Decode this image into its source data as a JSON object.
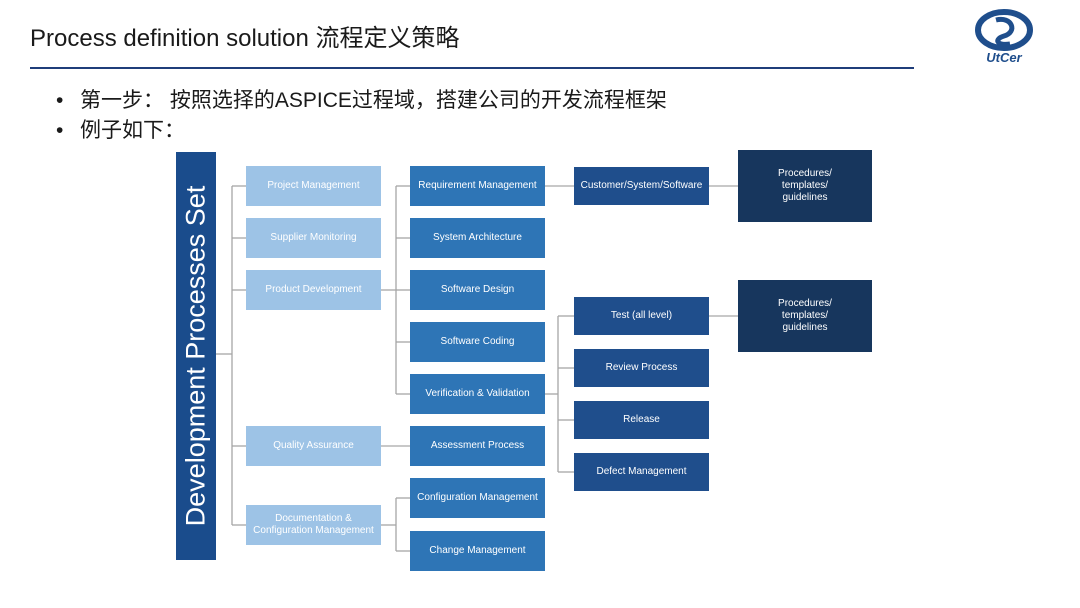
{
  "header": {
    "title": "Process definition solution 流程定义策略",
    "logo_text": "UtCer"
  },
  "bullets": [
    {
      "marker": "•",
      "text": "第一步： 按照选择的ASPICE过程域，搭建公司的开发流程框架"
    },
    {
      "marker": "•",
      "text": "例子如下："
    }
  ],
  "diagram": {
    "root_label": "Development Processes Set",
    "level1": {
      "project_management": "Project Management",
      "supplier_monitoring": "Supplier Monitoring",
      "product_development": "Product Development",
      "quality_assurance": "Quality Assurance",
      "documentation_configuration": "Documentation & Configuration Management"
    },
    "level2": {
      "requirement_management": "Requirement Management",
      "system_architecture": "System Architecture",
      "software_design": "Software Design",
      "software_coding": "Software Coding",
      "verification_validation": "Verification & Validation",
      "assessment_process": "Assessment Process",
      "configuration_management": "Configuration Management",
      "change_management": "Change Management"
    },
    "level3": {
      "customer_system_software": "Customer/System/Software",
      "test_all_level": "Test (all level)",
      "review_process": "Review Process",
      "release": "Release",
      "defect_management": "Defect Management"
    },
    "level4": {
      "procedures_1": "Procedures/ templates/ guidelines",
      "procedures_2": "Procedures/ templates/ guidelines"
    }
  },
  "colors": {
    "root": "#1a4c8c",
    "level1": "#9dc3e6",
    "level2": "#2e75b6",
    "level3": "#1f4e8c",
    "level4": "#17365d",
    "title_rule": "#1f3d7a",
    "connector": "#a6a6a6"
  }
}
